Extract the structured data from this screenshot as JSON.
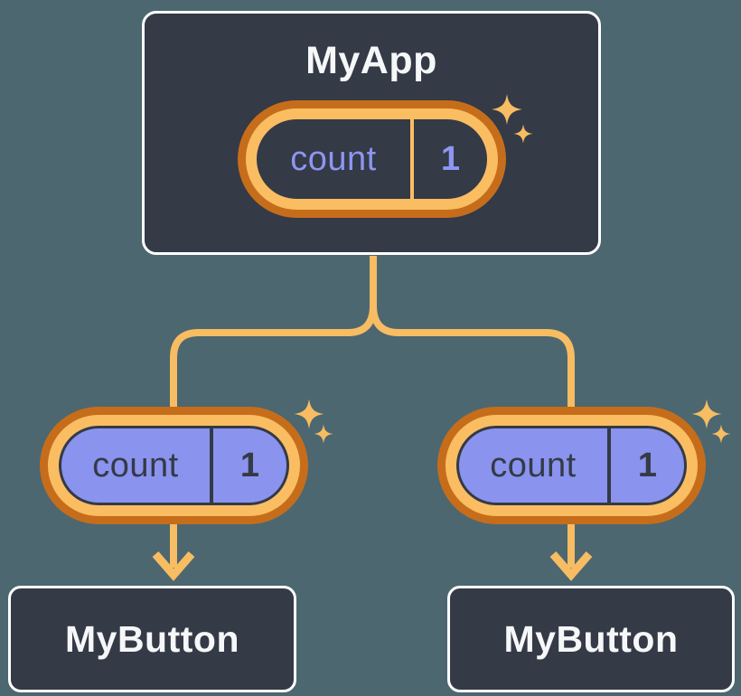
{
  "diagram": {
    "parent": {
      "title": "MyApp",
      "state": {
        "label": "count",
        "value": "1"
      }
    },
    "children": [
      {
        "title": "MyButton",
        "prop": {
          "label": "count",
          "value": "1"
        }
      },
      {
        "title": "MyButton",
        "prop": {
          "label": "count",
          "value": "1"
        }
      }
    ]
  },
  "colors": {
    "background": "#4C6770",
    "node_fill": "#343A46",
    "node_border": "#FFFFFF",
    "pill_ring_outer": "#C66D1B",
    "pill_ring_inner": "#FABD62",
    "prop_pill_fill": "#8A93EE",
    "state_text": "#8D96F2",
    "connector": "#F8BC62"
  }
}
